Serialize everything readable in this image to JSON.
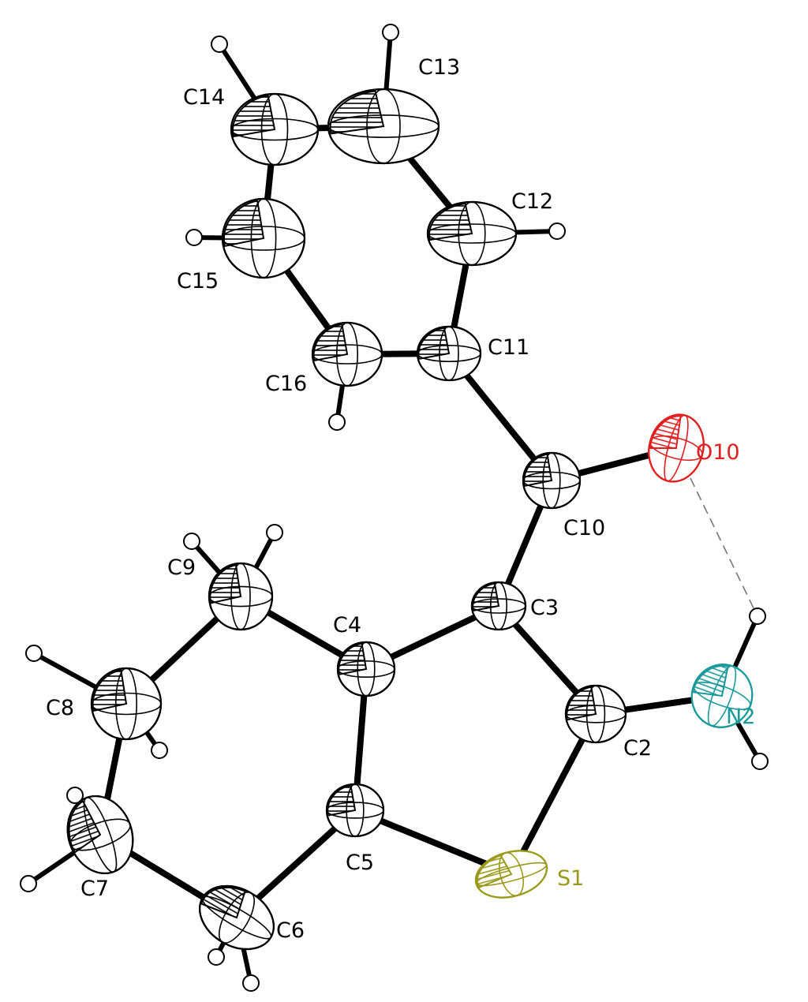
{
  "figure": {
    "atoms": [
      {
        "id": "S1",
        "label": "S1",
        "element": "S",
        "color": "#9a9a1a"
      },
      {
        "id": "C2",
        "label": "C2",
        "element": "C",
        "color": "#000000"
      },
      {
        "id": "N2",
        "label": "N2",
        "element": "N",
        "color": "#1a9a9a"
      },
      {
        "id": "C3",
        "label": "C3",
        "element": "C",
        "color": "#000000"
      },
      {
        "id": "C4",
        "label": "C4",
        "element": "C",
        "color": "#000000"
      },
      {
        "id": "C5",
        "label": "C5",
        "element": "C",
        "color": "#000000"
      },
      {
        "id": "C6",
        "label": "C6",
        "element": "C",
        "color": "#000000"
      },
      {
        "id": "C7",
        "label": "C7",
        "element": "C",
        "color": "#000000"
      },
      {
        "id": "C8",
        "label": "C8",
        "element": "C",
        "color": "#000000"
      },
      {
        "id": "C9",
        "label": "C9",
        "element": "C",
        "color": "#000000"
      },
      {
        "id": "C10",
        "label": "C10",
        "element": "C",
        "color": "#000000"
      },
      {
        "id": "O10",
        "label": "O10",
        "element": "O",
        "color": "#e02020"
      },
      {
        "id": "C11",
        "label": "C11",
        "element": "C",
        "color": "#000000"
      },
      {
        "id": "C12",
        "label": "C12",
        "element": "C",
        "color": "#000000"
      },
      {
        "id": "C13",
        "label": "C13",
        "element": "C",
        "color": "#000000"
      },
      {
        "id": "C14",
        "label": "C14",
        "element": "C",
        "color": "#000000"
      },
      {
        "id": "C15",
        "label": "C15",
        "element": "C",
        "color": "#000000"
      },
      {
        "id": "C16",
        "label": "C16",
        "element": "C",
        "color": "#000000"
      }
    ],
    "bonds": [
      [
        "S1",
        "C2"
      ],
      [
        "S1",
        "C5"
      ],
      [
        "C2",
        "C3"
      ],
      [
        "C2",
        "N2"
      ],
      [
        "C3",
        "C4"
      ],
      [
        "C4",
        "C5"
      ],
      [
        "C5",
        "C6"
      ],
      [
        "C6",
        "C7"
      ],
      [
        "C7",
        "C8"
      ],
      [
        "C8",
        "C9"
      ],
      [
        "C9",
        "C4"
      ],
      [
        "C3",
        "C10"
      ],
      [
        "C10",
        "O10"
      ],
      [
        "C10",
        "C11"
      ],
      [
        "C11",
        "C12"
      ],
      [
        "C12",
        "C13"
      ],
      [
        "C13",
        "C14"
      ],
      [
        "C14",
        "C15"
      ],
      [
        "C15",
        "C16"
      ],
      [
        "C16",
        "C11"
      ]
    ],
    "hydrogen_bond": {
      "from": "O10",
      "to": "N2"
    }
  }
}
